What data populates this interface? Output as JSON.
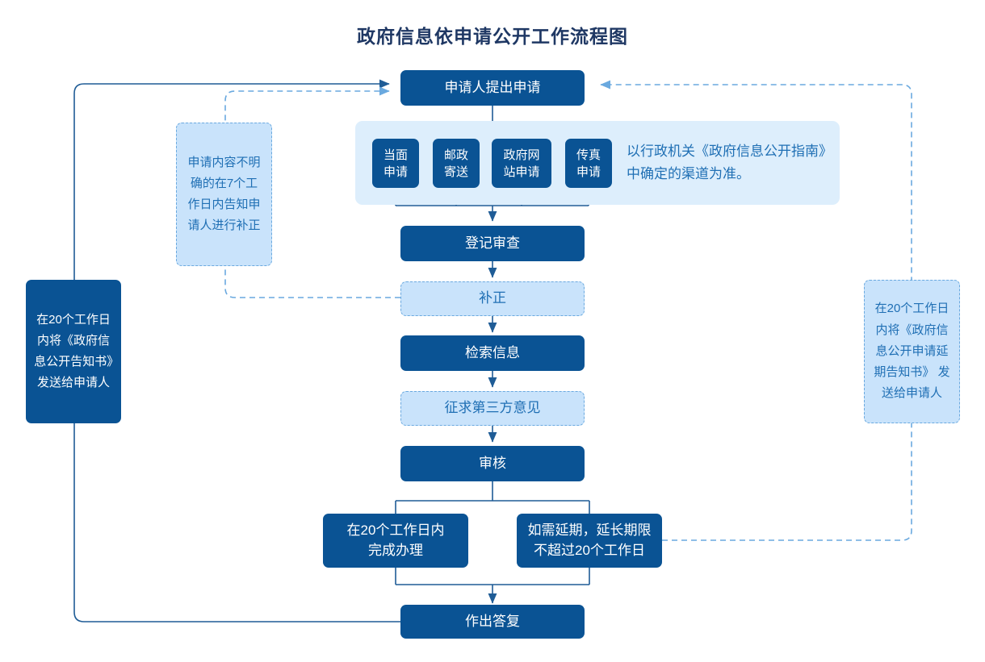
{
  "title": "政府信息依申请公开工作流程图",
  "colors": {
    "solid_fill": "#0a5394",
    "solid_text": "#ffffff",
    "ghost_fill": "#c9e3fb",
    "ghost_text": "#1f6fb4",
    "ghost_border": "#6aa9df",
    "band_fill": "#ddeefc",
    "wire": "#1f5c96",
    "title_text": "#1f3864"
  },
  "chart_data": {
    "type": "diagram",
    "title": "政府信息依申请公开工作流程图",
    "nodes": [
      {
        "id": "apply",
        "label": "申请人提出申请",
        "style": "solid"
      },
      {
        "id": "ch-inperson",
        "label": "当面\n申请",
        "style": "solid"
      },
      {
        "id": "ch-post",
        "label": "邮政\n寄送",
        "style": "solid"
      },
      {
        "id": "ch-web",
        "label": "政府网\n站申请",
        "style": "solid"
      },
      {
        "id": "ch-fax",
        "label": "传真\n申请",
        "style": "solid"
      },
      {
        "id": "register",
        "label": "登记审查",
        "style": "solid"
      },
      {
        "id": "amend",
        "label": "补正",
        "style": "ghost"
      },
      {
        "id": "retrieve",
        "label": "检索信息",
        "style": "solid"
      },
      {
        "id": "thirdparty",
        "label": "征求第三方意见",
        "style": "ghost"
      },
      {
        "id": "review",
        "label": "审核",
        "style": "solid"
      },
      {
        "id": "finish20",
        "label": "在20个工作日内\n完成办理",
        "style": "solid"
      },
      {
        "id": "extend",
        "label": "如需延期，延长期限\n不超过20个工作日",
        "style": "solid"
      },
      {
        "id": "reply",
        "label": "作出答复",
        "style": "solid"
      },
      {
        "id": "note-left",
        "label": "申请内容不明确的在7个工作日内告知申请人进行补正",
        "style": "ghost"
      },
      {
        "id": "note-notice",
        "label": "在20个工作日内将《政府信息公开告知书》发送给申请人",
        "style": "solid"
      },
      {
        "id": "note-delay",
        "label": "在20个工作日内将《政府信息公开申请延期告知书》 发送给申请人",
        "style": "ghost"
      }
    ],
    "edges": [
      {
        "from": "apply",
        "to": "channels",
        "style": "solid"
      },
      {
        "from": "channels",
        "to": "register",
        "style": "solid"
      },
      {
        "from": "register",
        "to": "amend",
        "style": "solid"
      },
      {
        "from": "amend",
        "to": "retrieve",
        "style": "solid"
      },
      {
        "from": "retrieve",
        "to": "thirdparty",
        "style": "solid"
      },
      {
        "from": "thirdparty",
        "to": "review",
        "style": "solid"
      },
      {
        "from": "review",
        "to": "finish20",
        "style": "solid"
      },
      {
        "from": "review",
        "to": "extend",
        "style": "solid"
      },
      {
        "from": "finish20",
        "to": "reply",
        "style": "solid"
      },
      {
        "from": "extend",
        "to": "reply",
        "style": "solid"
      },
      {
        "from": "reply",
        "to": "apply",
        "style": "solid",
        "path": "left-loop"
      },
      {
        "from": "amend",
        "to": "apply",
        "style": "dashed",
        "path": "left-dashed-loop"
      },
      {
        "from": "extend",
        "to": "apply",
        "style": "dashed",
        "path": "right-dashed-loop"
      }
    ]
  },
  "nodes": {
    "apply": {
      "label": "申请人提出申请"
    },
    "register": {
      "label": "登记审查"
    },
    "amend": {
      "label": "补正"
    },
    "retrieve": {
      "label": "检索信息"
    },
    "thirdparty": {
      "label": "征求第三方意见"
    },
    "review": {
      "label": "审核"
    },
    "reply": {
      "label": "作出答复"
    }
  },
  "channels": [
    {
      "line1": "当面",
      "line2": "申请"
    },
    {
      "line1": "邮政",
      "line2": "寄送"
    },
    {
      "line1": "政府网",
      "line2": "站申请"
    },
    {
      "line1": "传真",
      "line2": "申请"
    }
  ],
  "channel_caption": {
    "line1": "以行政机关《政府信息公开指南》",
    "line2": "中确定的渠道为准。"
  },
  "outcomes": {
    "finish": {
      "line1": "在20个工作日内",
      "line2": "完成办理"
    },
    "extend": {
      "line1": "如需延期，延长期限",
      "line2": "不超过20个工作日"
    }
  },
  "notes": {
    "left": "申请内容不明确的在7个工作日内告知申请人进行补正",
    "notice": "在20个工作日内将《政府信息公开告知书》发送给申请人",
    "delay": "在20个工作日内将《政府信息公开申请延期告知书》 发送给申请人"
  }
}
